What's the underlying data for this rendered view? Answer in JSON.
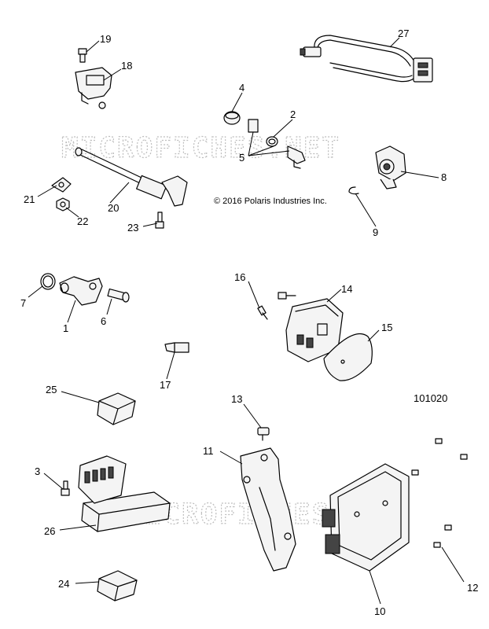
{
  "watermark": "MICROFICHES.NET",
  "copyright": "© 2016 Polaris Industries Inc.",
  "reference_number": "101020",
  "callouts": {
    "c1": "1",
    "c2": "2",
    "c3": "3",
    "c4": "4",
    "c5": "5",
    "c6": "6",
    "c7": "7",
    "c8": "8",
    "c9": "9",
    "c10": "10",
    "c11": "11",
    "c12": "12",
    "c13": "13",
    "c14": "14",
    "c15": "15",
    "c16": "16",
    "c17": "17",
    "c18": "18",
    "c19": "19",
    "c20": "20",
    "c21": "21",
    "c22": "22",
    "c23": "23",
    "c24": "24",
    "c25": "25",
    "c26": "26",
    "c27": "27"
  }
}
